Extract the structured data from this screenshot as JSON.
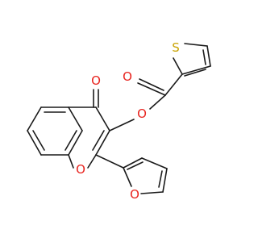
{
  "atom_labels": {
    "carbonyl_oxygen": "O",
    "ester_carbonyl_oxygen": "O",
    "ester_oxygen": "O",
    "ring_oxygen": "O",
    "furan_oxygen": "O",
    "thiophene_sulfur": "S"
  },
  "colors": {
    "oxygen": "#e8231e",
    "sulfur": "#c9a300",
    "bond": "#1a1a1a",
    "background": "#ffffff"
  }
}
